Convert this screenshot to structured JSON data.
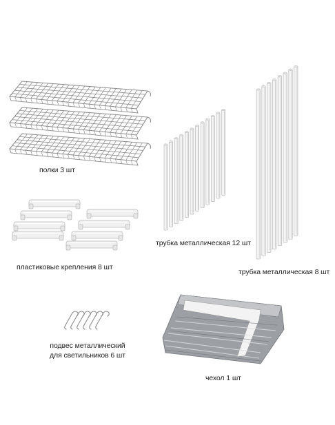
{
  "labels": {
    "shelves": "полки 3 шт",
    "tubes_12": "трубка металлическая 12 шт",
    "tubes_8": "трубка металлическая 8 шт",
    "plastic_clips": "пластиковые крепления 8 шт",
    "hooks_line1": "подвес металлический",
    "hooks_line2": "для светильников 6 шт",
    "cover": "чехол 1 шт"
  },
  "colors": {
    "background": "#ffffff",
    "wire": "#8a8a8a",
    "tube_light": "#f4f4f4",
    "tube_shadow": "#b8b8b8",
    "plastic": "#f1f1f1",
    "cover_grey": "#9c9fa4"
  },
  "icons": {
    "shelves": "wire-shelf-icon",
    "tubes": "metal-tube-icon",
    "clips": "plastic-clip-icon",
    "hooks": "s-hook-icon",
    "cover": "folded-cover-icon"
  }
}
